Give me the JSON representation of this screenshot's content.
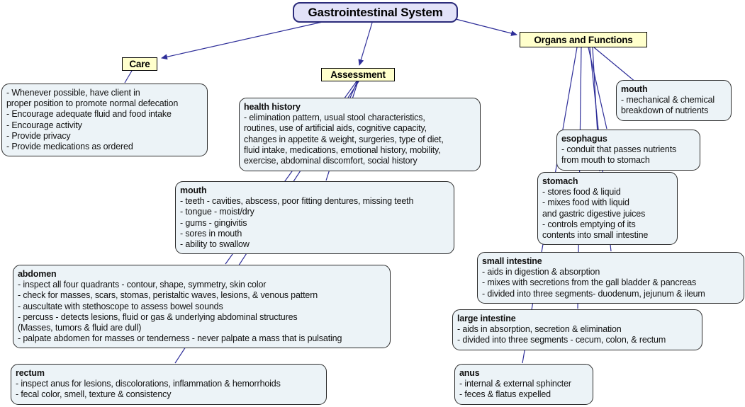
{
  "title": "Gastrointestinal System",
  "branches": {
    "care": {
      "label": "Care"
    },
    "assessment": {
      "label": "Assessment"
    },
    "organs": {
      "label": "Organs and Functions"
    }
  },
  "nodes": {
    "care_notes": {
      "body": "- Whenever possible, have client in\nproper position to promote normal defecation\n- Encourage adequate fluid and food intake\n- Encourage activity\n- Provide privacy\n- Provide medications as ordered"
    },
    "health_history": {
      "heading": "health history",
      "body": "- elimination pattern, usual stool characteristics,\nroutines, use of artificial aids, cognitive capacity,\nchanges in appetite & weight, surgeries, type of diet,\nfluid intake, medications, emotional history, mobility,\n exercise, abdominal discomfort, social history"
    },
    "mouth_assessment": {
      "heading": "mouth",
      "body": "- teeth - cavities, abscess, poor fitting dentures, missing teeth\n- tongue - moist/dry\n- gums - gingivitis\n- sores in mouth\n- ability to swallow"
    },
    "abdomen": {
      "heading": "abdomen",
      "body": "- inspect all four quadrants - contour, shape, symmetry, skin color\n- check for masses, scars, stomas, peristaltic waves, lesions, & venous pattern\n- auscultate with stethoscope to assess bowel sounds\n- percuss - detects lesions, fluid or gas & underlying abdominal structures\n(Masses, tumors & fluid are dull)\n- palpate abdomen for masses or tenderness - never palpate a mass that is pulsating"
    },
    "rectum": {
      "heading": "rectum",
      "body": "- inspect anus for lesions, discolorations, inflammation & hemorrhoids\n- fecal color, smell, texture & consistency"
    },
    "mouth_organ": {
      "heading": "mouth",
      "body": "- mechanical & chemical\nbreakdown of nutrients"
    },
    "esophagus": {
      "heading": "esophagus",
      "body": "- conduit that passes nutrients\n from mouth to stomach"
    },
    "stomach": {
      "heading": "stomach",
      "body": "- stores food & liquid\n- mixes food with liquid\nand gastric digestive juices\n- controls emptying of its\n contents into small intestine"
    },
    "small_intestine": {
      "heading": "small intestine",
      "body": "- aids in digestion & absorption\n- mixes with secretions from the gall bladder & pancreas\n- divided into three segments- duodenum, jejunum & ileum"
    },
    "large_intestine": {
      "heading": "large intestine",
      "body": "- aids in absorption, secretion & elimination\n- divided into three segments - cecum, colon, & rectum"
    },
    "anus": {
      "heading": "anus",
      "body": "- internal & external sphincter\n- feces & flatus expelled"
    }
  },
  "colors": {
    "background": "#ffffff",
    "line": "#2e2e99",
    "topic_fill": "#e2e2f8",
    "topic_border": "#2b2b7a",
    "label_fill": "#ffffcc",
    "label_border": "#000000",
    "node_fill": "#ecf3f7",
    "node_border": "#2b2b2b",
    "text": "#000000"
  }
}
